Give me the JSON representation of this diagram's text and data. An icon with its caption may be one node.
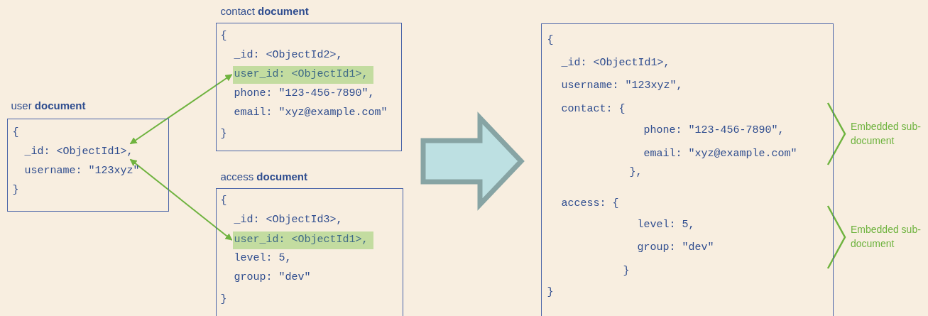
{
  "diagram": {
    "nodes": [
      {
        "text": [
          "user **document**",
          "{",
          "username: \"123xyz\"",
          "}"
        ]
      },
      {
        "text": [
          "_id: <ObjectId1>,"
        ],
        "in": 0
      },
      {
        "text": [
          "contact **document**",
          "{",
          "_id: <ObjectId2>,",
          "phone: \"123-456-7890\",",
          "email: \"xyz@example.com\"",
          "}"
        ]
      },
      {
        "text": [
          "user_id: <ObjectId1>,"
        ],
        "in": 2
      },
      {
        "text": [
          "access **document**",
          "{",
          "_id: <ObjectId3>,",
          "level: 5,",
          "group: \"dev\"",
          "}"
        ]
      },
      {
        "text": [
          "user_id: <ObjectId1>,"
        ],
        "in": 4
      },
      {
        "text": [],
        "shape": "arrow"
      },
      {
        "text": [
          "{",
          "_id: <ObjectId1>,",
          "username: \"123xyz\",",
          "contact: {",
          "phone: \"123-456-7890\",",
          "email: \"xyz@example.com\"",
          "},",
          "access: {",
          "level: 5,",
          "group: \"dev\"",
          "}",
          "}"
        ]
      }
    ],
    "edges": [
      {
        "from": 1,
        "to": 3,
        "arrow": "both"
      },
      {
        "from": 1,
        "to": 5,
        "arrow": "both"
      }
    ],
    "labels": [
      "Embedded sub-document",
      "Embedded sub-document"
    ]
  }
}
